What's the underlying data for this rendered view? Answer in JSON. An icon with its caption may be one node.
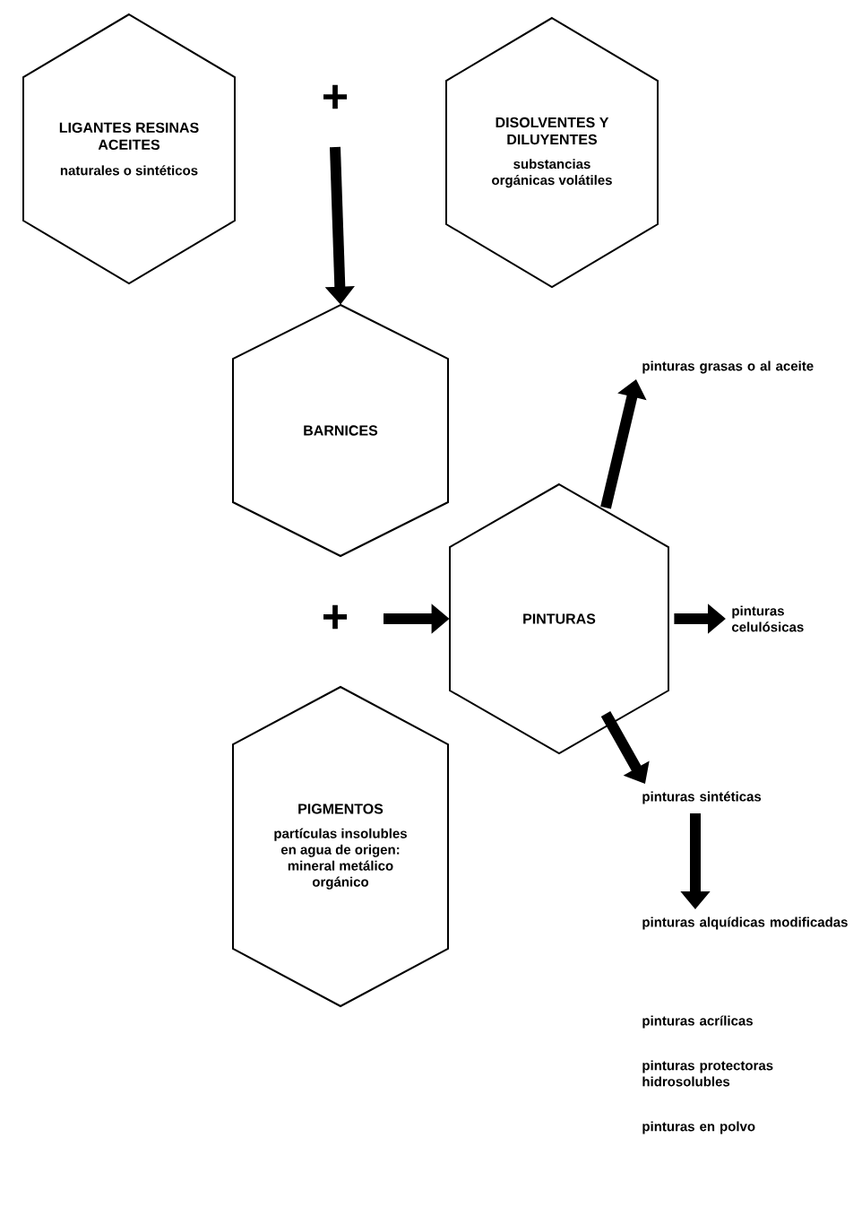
{
  "diagram": {
    "nodes": [
      {
        "text": [
          "LIGANTES RESINAS ACEITES",
          "naturales o sintéticos"
        ]
      },
      {
        "text": [
          "DISOLVENTES Y DILUYENTES",
          "substancias orgánicas volátiles"
        ]
      },
      {
        "text": [
          "BARNICES"
        ]
      },
      {
        "text": [
          "PIGMENTOS",
          "partículas insolubles en agua de origen: mineral metálico orgánico"
        ]
      },
      {
        "text": [
          "PINTURAS"
        ]
      },
      {
        "text": [
          "pinturas grasas o al aceite"
        ]
      },
      {
        "text": [
          "pinturas celulósicas"
        ]
      },
      {
        "text": [
          "pinturas sintéticas"
        ]
      },
      {
        "text": [
          "pinturas alquídicas modificadas"
        ]
      },
      {
        "text": [
          "pinturas acrílicas"
        ]
      },
      {
        "text": [
          "pinturas protectoras hidrosolubles"
        ]
      },
      {
        "text": [
          "pinturas en polvo"
        ]
      }
    ],
    "edges": [
      {
        "from": null,
        "to": 2,
        "arrow": "to"
      },
      {
        "from": null,
        "to": 4,
        "arrow": "to"
      },
      {
        "from": 4,
        "to": 5,
        "arrow": "to"
      },
      {
        "from": 4,
        "to": 6,
        "arrow": "to"
      },
      {
        "from": 4,
        "to": 7,
        "arrow": "to"
      },
      {
        "from": 7,
        "to": 8,
        "arrow": "to"
      }
    ],
    "labels": [
      "+",
      "+"
    ]
  }
}
